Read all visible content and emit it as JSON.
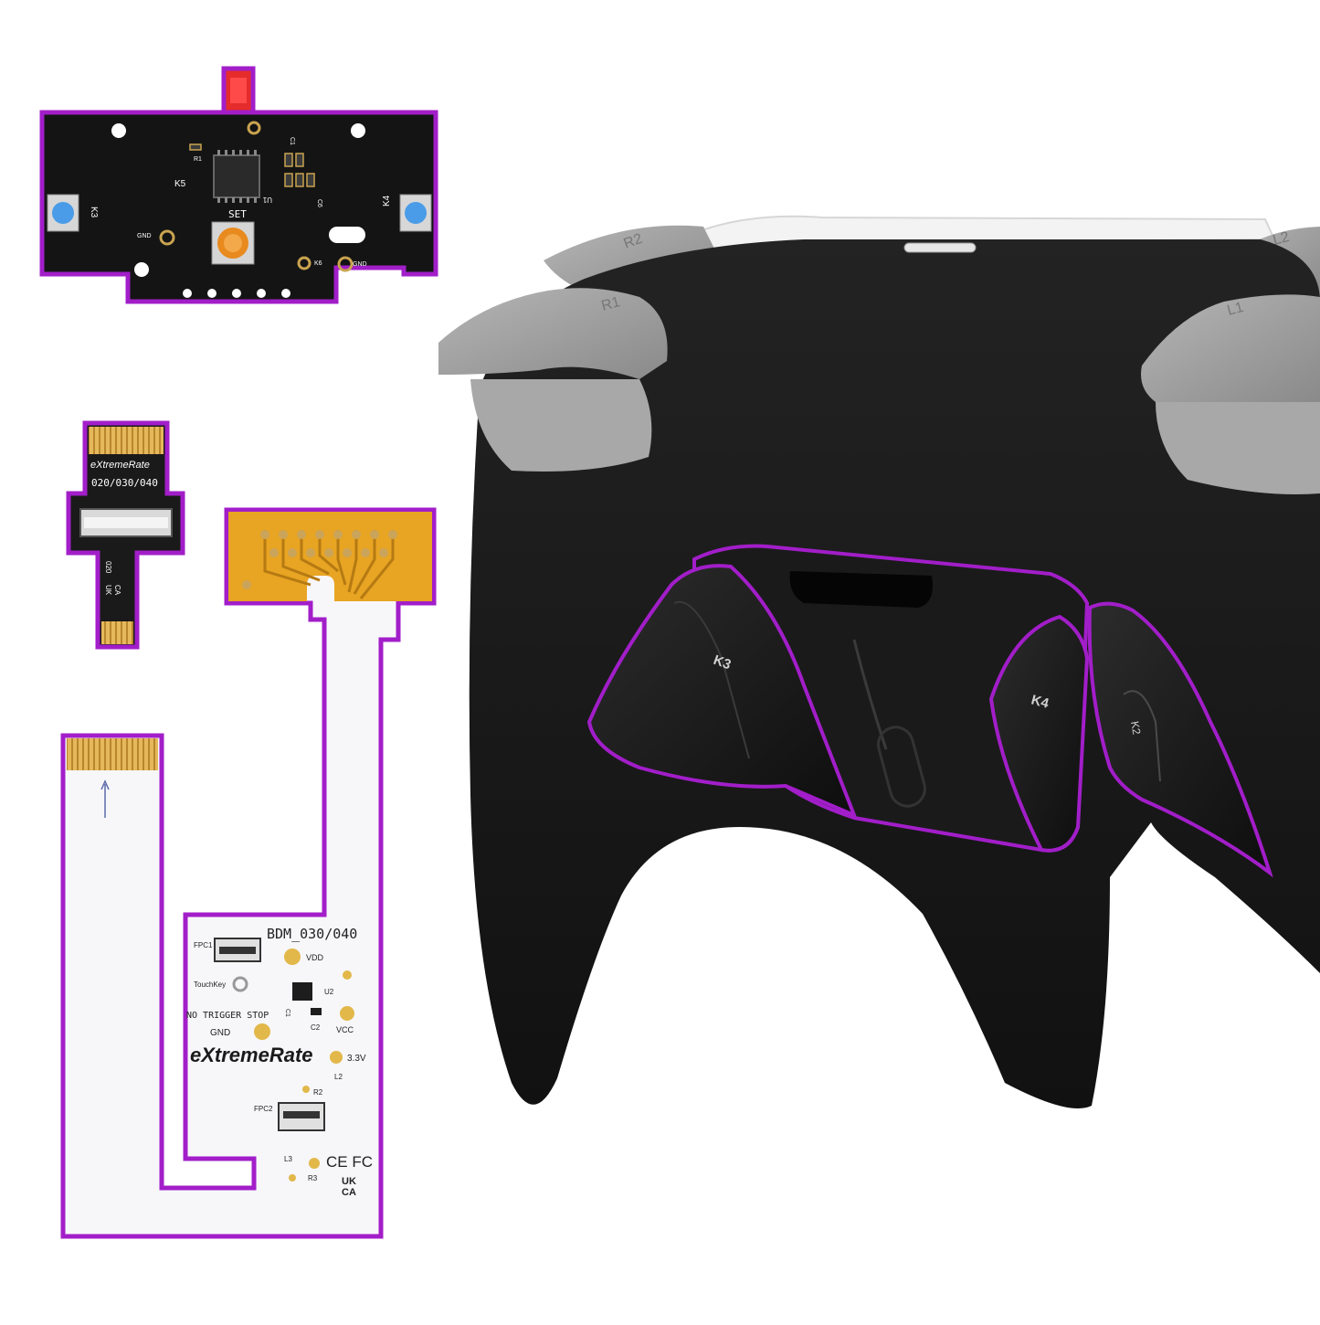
{
  "colors": {
    "outline": "#a21ec9",
    "pcb_black": "#141414",
    "flex_white": "#f7f7fa",
    "gold": "#e8a423",
    "copper_pad": "#caa45a",
    "controller_black": "#1b1b1b",
    "trigger_grey": "#9d9d9d",
    "button_blue": "#4a9ce8",
    "set_button_orange": "#e88a1e",
    "led_red": "#ff2b2b"
  },
  "main_board": {
    "labels": {
      "k5": "K5",
      "k3": "K3",
      "k4": "K4",
      "set": "SET",
      "gnd_left": "GND",
      "gnd_right": "GND",
      "k6": "K6",
      "r1": "R1",
      "u1": "U1",
      "c6": "C6",
      "c1": "C1"
    }
  },
  "small_connector": {
    "brand": "eXtremeRate",
    "model": "020/030/040",
    "lower_marks": [
      "020",
      "UK",
      "CA"
    ]
  },
  "flex_cable": {
    "model": "BDM_030/040",
    "labels": {
      "fpc1": "FPC1",
      "vdd": "VDD",
      "touchkey": "TouchKey",
      "u2": "U2",
      "no_trigger_stop": "NO TRIGGER STOP",
      "gnd": "GND",
      "c2": "C2",
      "vcc": "VCC",
      "c1": "C1",
      "brand": "eXtremeRate",
      "v33": "3.3V",
      "l2": "L2",
      "r2": "R2",
      "fpc2": "FPC2",
      "l3": "L3",
      "r3": "R3",
      "ce_fc": "CE FC",
      "ukca_top": "UK",
      "ukca_bottom": "CA"
    }
  },
  "controller": {
    "paddle_labels": {
      "k3": "K3",
      "k4": "K4",
      "k2": "K2"
    },
    "trigger_labels": {
      "r1": "R1",
      "r2": "R2",
      "l1": "L1",
      "l2": "L2"
    }
  }
}
